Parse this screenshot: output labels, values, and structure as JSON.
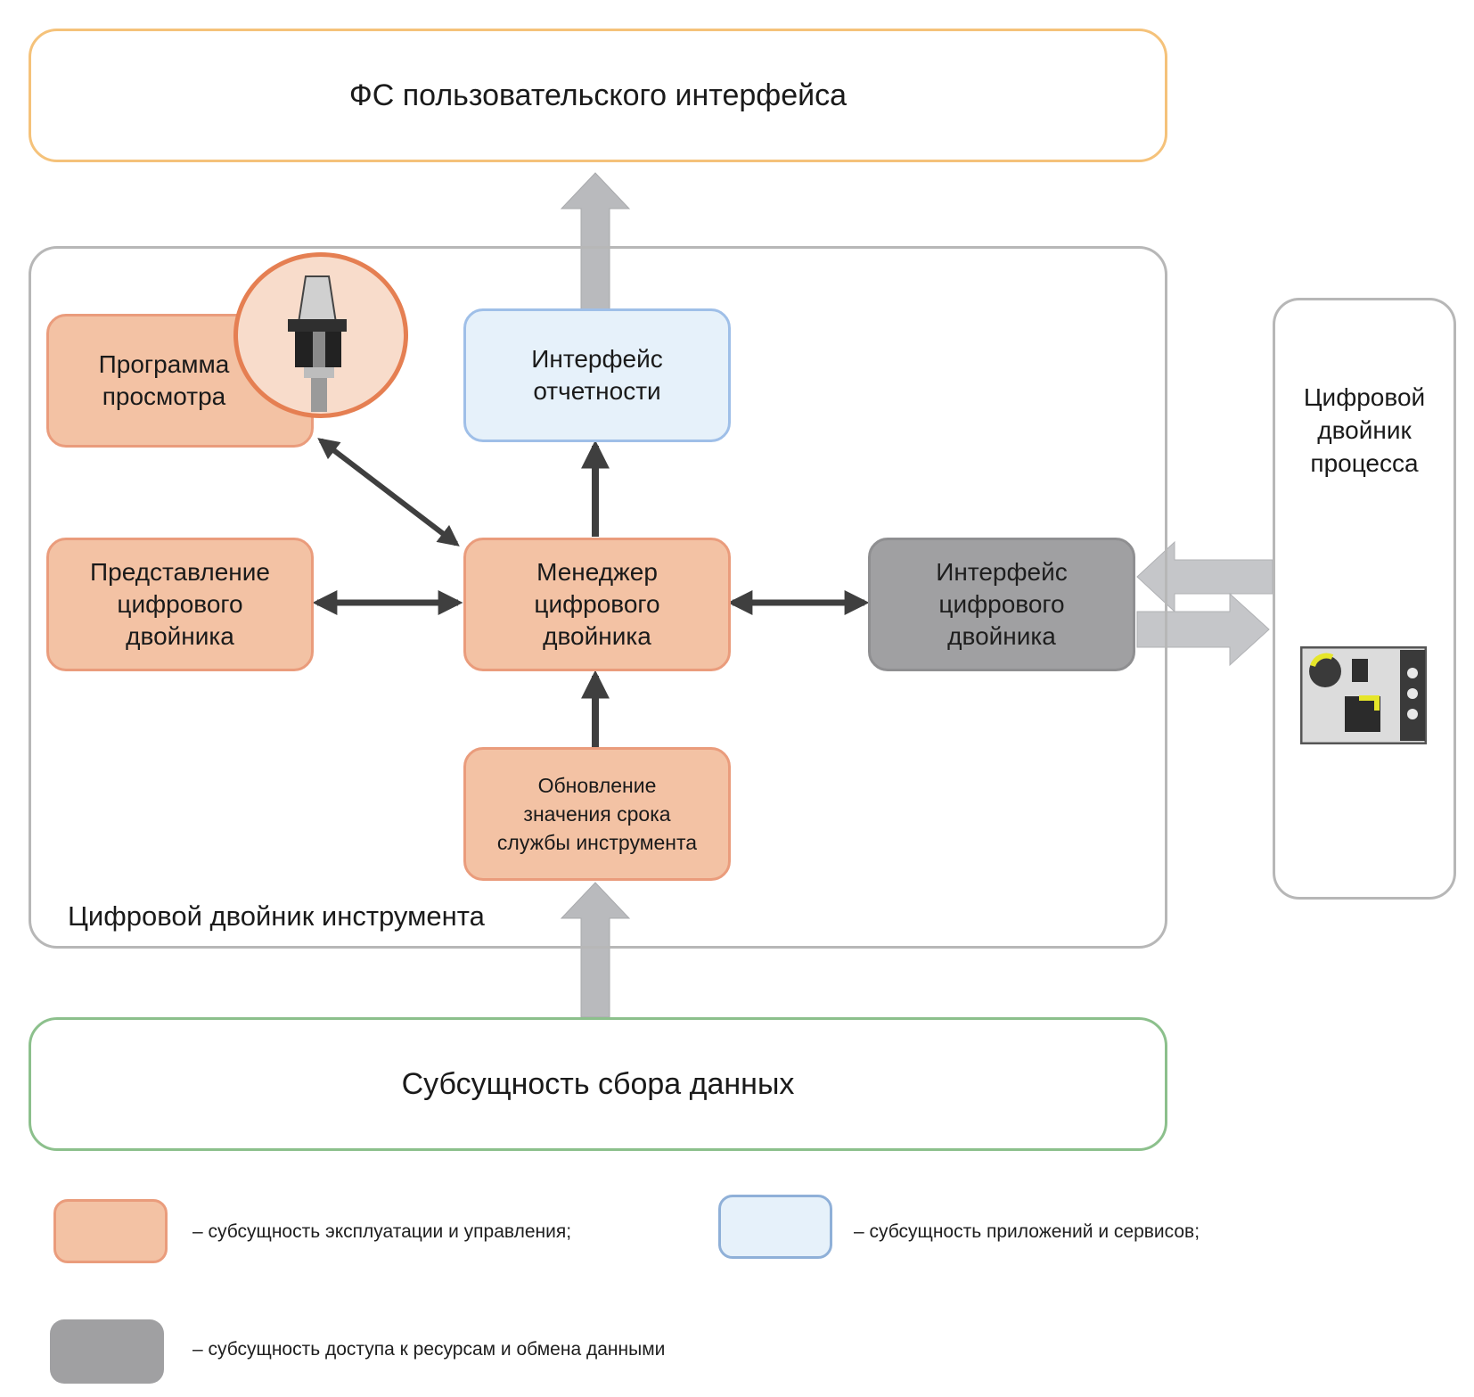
{
  "frames": {
    "ui": "ФС пользовательского интерфейса",
    "tool_twin": "Цифровой двойник инструмента",
    "data_collection": "Субсущность сбора данных",
    "process_twin": [
      "Цифровой",
      "двойник",
      "процесса"
    ]
  },
  "nodes": {
    "viewer": [
      "Программа",
      "просмотра"
    ],
    "reporting": [
      "Интерфейс",
      "отчетности"
    ],
    "representation": [
      "Представление",
      "цифрового",
      "двойника"
    ],
    "manager": [
      "Менеджер",
      "цифрового",
      "двойника"
    ],
    "twin_interface": [
      "Интерфейс",
      "цифрового",
      "двойника"
    ],
    "tool_life_update": [
      "Обновление",
      "значения срока",
      "службы инструмента"
    ]
  },
  "icons": {
    "viewer": "tool-holder-icon",
    "process": "machine-process-icon"
  },
  "legend": [
    {
      "type": "operation-management",
      "color": "#f3c2a4",
      "border": "#ea9c7c",
      "text": "– субсущность эксплуатации и управления;"
    },
    {
      "type": "applications-services",
      "color": "#e6f1fa",
      "border": "#9fbfe8",
      "text": "– субсущность приложений и сервисов;"
    },
    {
      "type": "resource-access",
      "color": "#a0a0a2",
      "border": "#8f8f91",
      "text": "– субсущность доступа к ресурсам и обмена данными"
    }
  ],
  "colors": {
    "ui_frame": "#f5c27a",
    "tool_frame": "#b7b7b7",
    "data_frame": "#8cc08c",
    "dark_arrow": "#3f3f3f",
    "light_arrow": "#b9babd"
  }
}
